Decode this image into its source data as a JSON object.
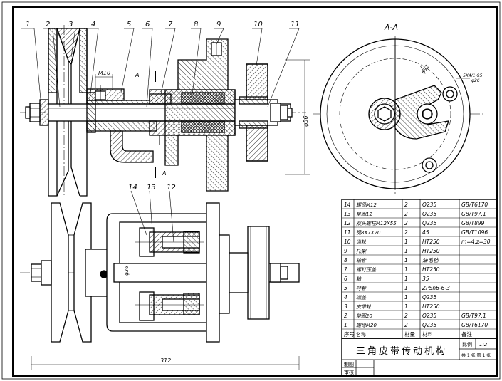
{
  "drawing": {
    "title": "三角皮带传动机构",
    "section_label": "A-A",
    "section_marker": "A",
    "callouts": [
      "1",
      "2",
      "3",
      "4",
      "5",
      "6",
      "7",
      "8",
      "9",
      "10",
      "11"
    ],
    "callouts_top": [
      "14",
      "13",
      "12"
    ],
    "dimensions": {
      "m10": "M10",
      "d56": "φ56",
      "d92": "φ92",
      "d36": "φ36",
      "overall": "312",
      "keyway": "5X4/1-95",
      "keyway2": "φ26"
    },
    "title_block": {
      "scale_label": "比例",
      "scale_value": "1:2",
      "sheet_info": "共 1 张 第 1 张",
      "drawn_label": "制图",
      "checked_label": "审核"
    }
  },
  "bom": {
    "headers": [
      "序号",
      "名称",
      "材量",
      "材料",
      "备注"
    ],
    "rows": [
      [
        "14",
        "螺母M12",
        "2",
        "Q235",
        "GB/T6170"
      ],
      [
        "13",
        "垫圈12",
        "2",
        "Q235",
        "GB/T97.1"
      ],
      [
        "12",
        "双头螺柱M12X55",
        "2",
        "Q235",
        "GB/T899"
      ],
      [
        "11",
        "键8X7X20",
        "2",
        "45",
        "GB/T1096"
      ],
      [
        "10",
        "齿轮",
        "1",
        "HT250",
        "m=4,z=30"
      ],
      [
        "9",
        "托架",
        "1",
        "HT250",
        ""
      ],
      [
        "8",
        "轴套",
        "1",
        "油毛毡",
        ""
      ],
      [
        "7",
        "螺钉压盖",
        "1",
        "HT250",
        ""
      ],
      [
        "6",
        "轴",
        "1",
        "35",
        ""
      ],
      [
        "5",
        "衬套",
        "1",
        "ZPSn6-6-3",
        ""
      ],
      [
        "4",
        "端盖",
        "1",
        "Q235",
        ""
      ],
      [
        "3",
        "皮带轮",
        "1",
        "HT250",
        ""
      ],
      [
        "2",
        "垫圈20",
        "2",
        "Q235",
        "GB/T97.1"
      ],
      [
        "1",
        "螺母M20",
        "2",
        "Q235",
        "GB/T6170"
      ]
    ]
  }
}
